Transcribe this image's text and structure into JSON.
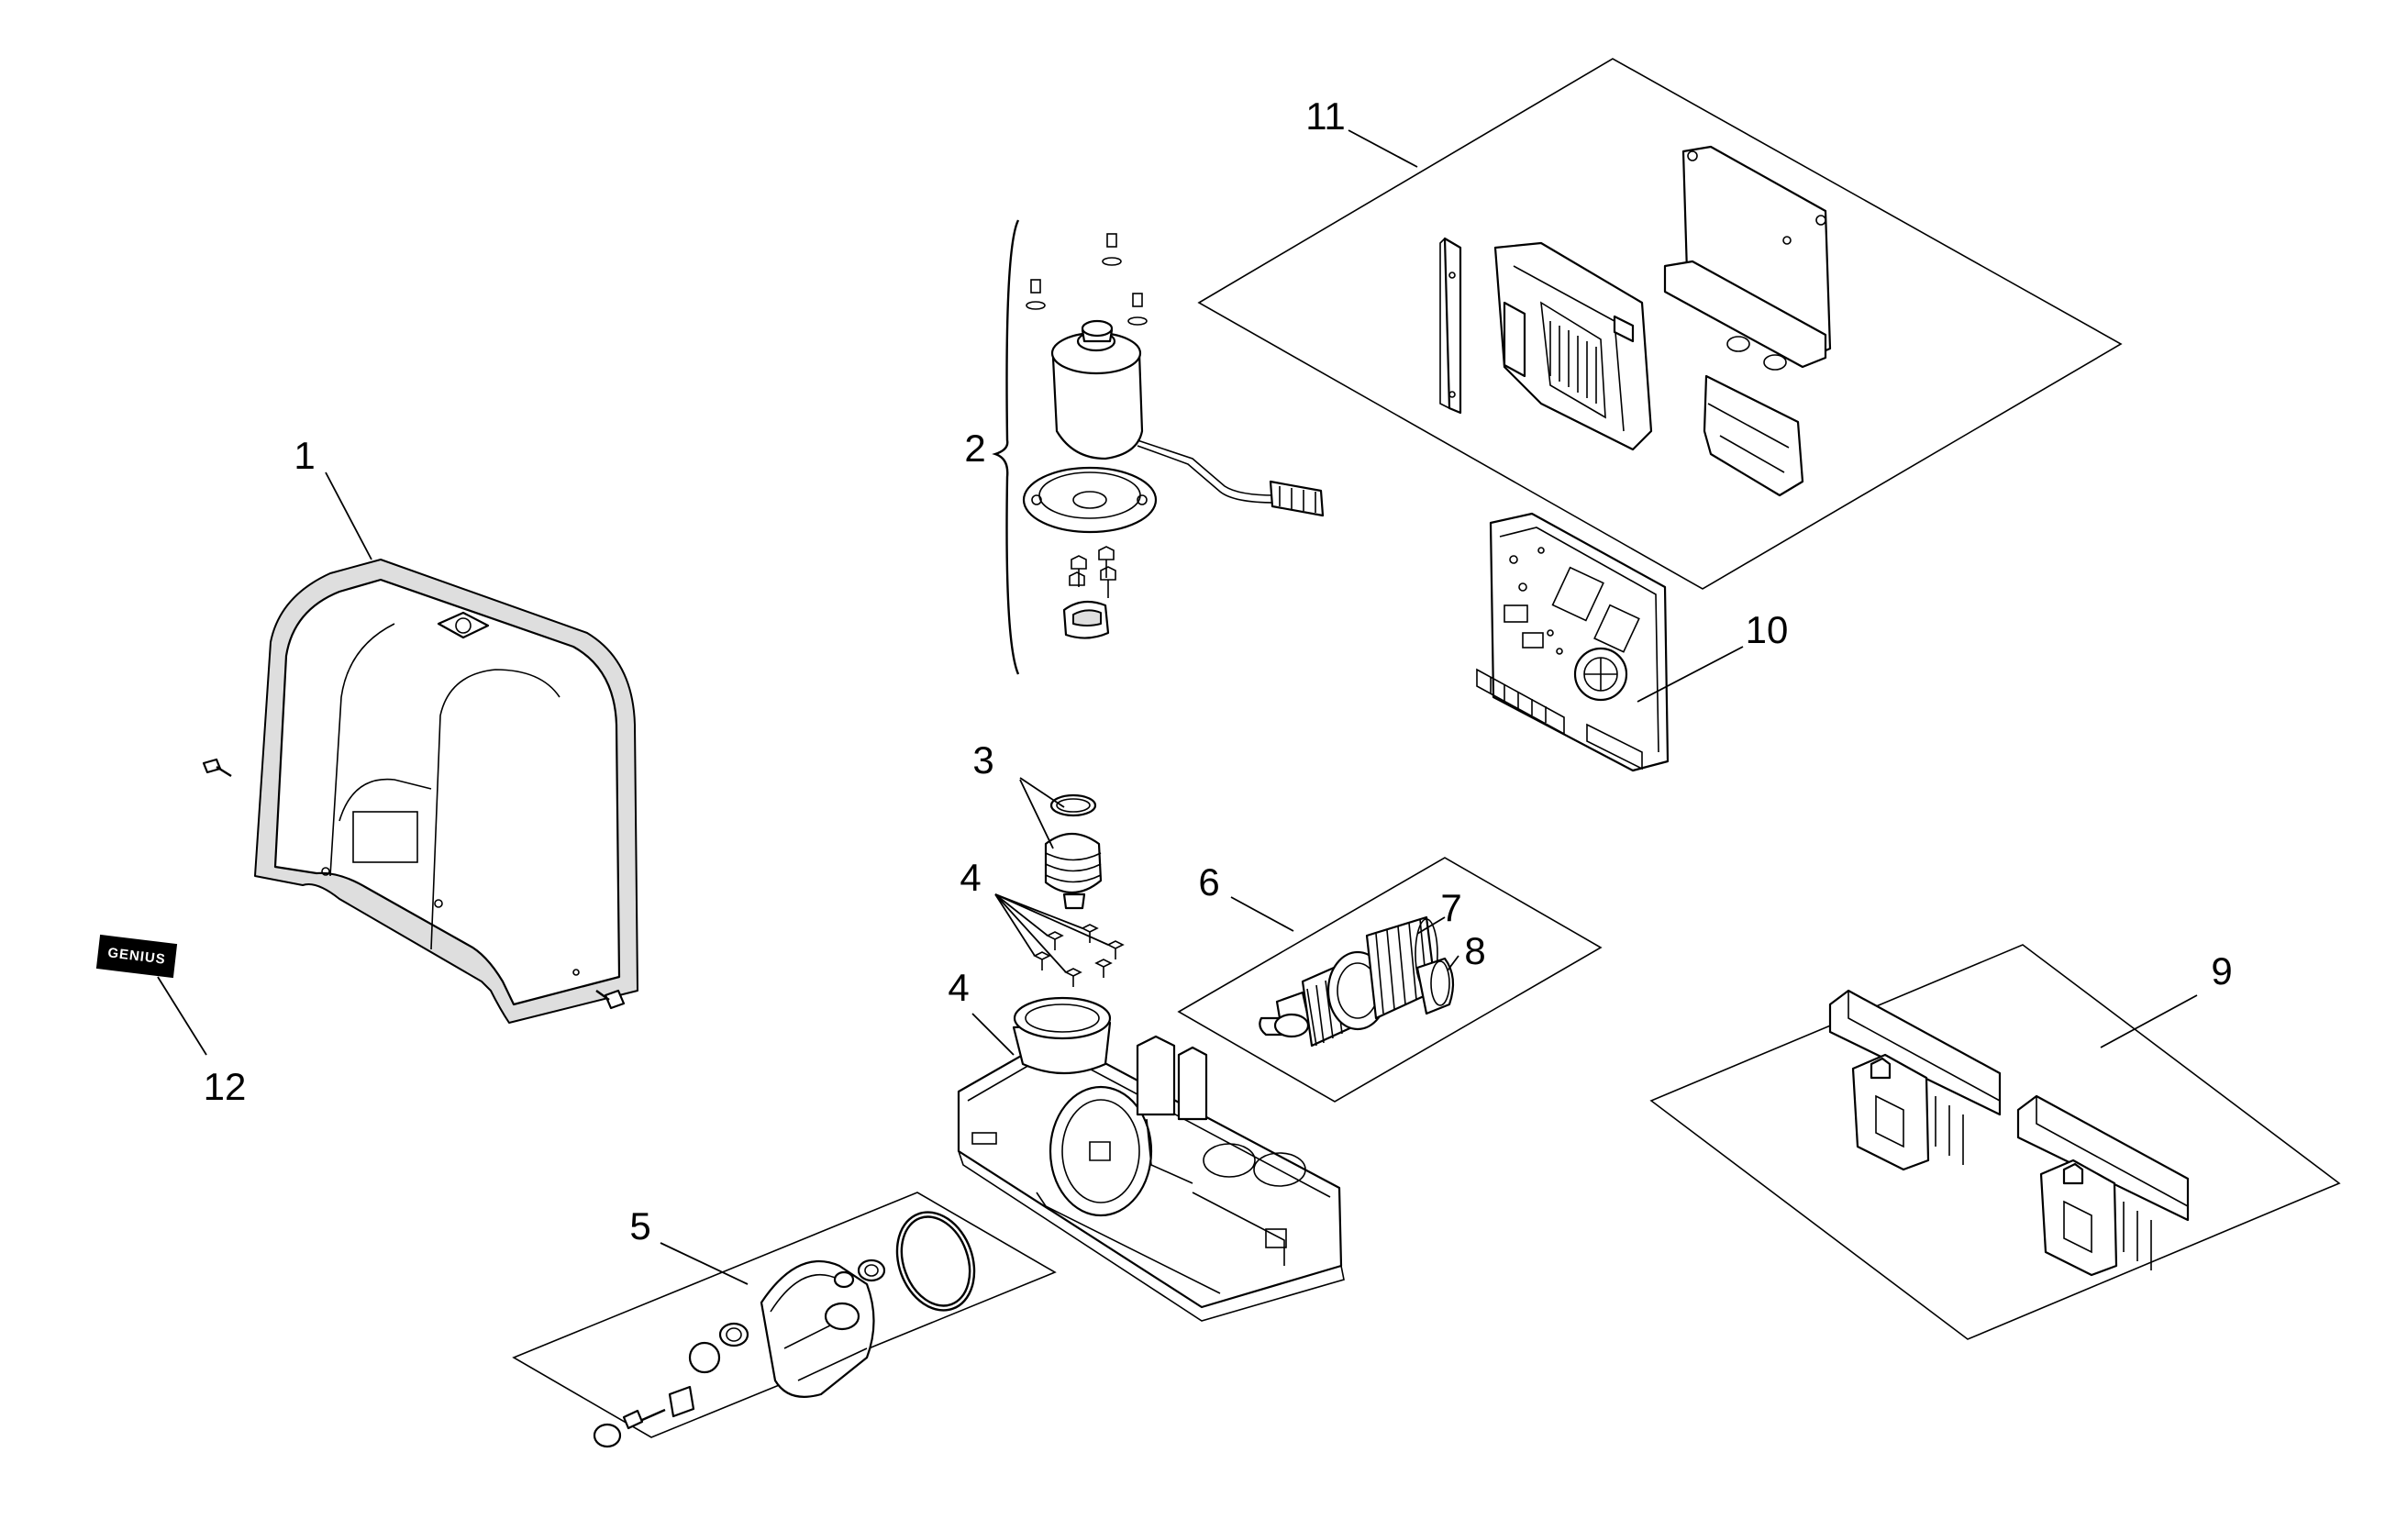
{
  "callouts": {
    "c1": "1",
    "c2": "2",
    "c3": "3",
    "c4a": "4",
    "c4b": "4",
    "c5": "5",
    "c6": "6",
    "c7": "7",
    "c8": "8",
    "c9": "9",
    "c10": "10",
    "c11": "11",
    "c12": "12"
  },
  "badge_text": "GENIUS"
}
